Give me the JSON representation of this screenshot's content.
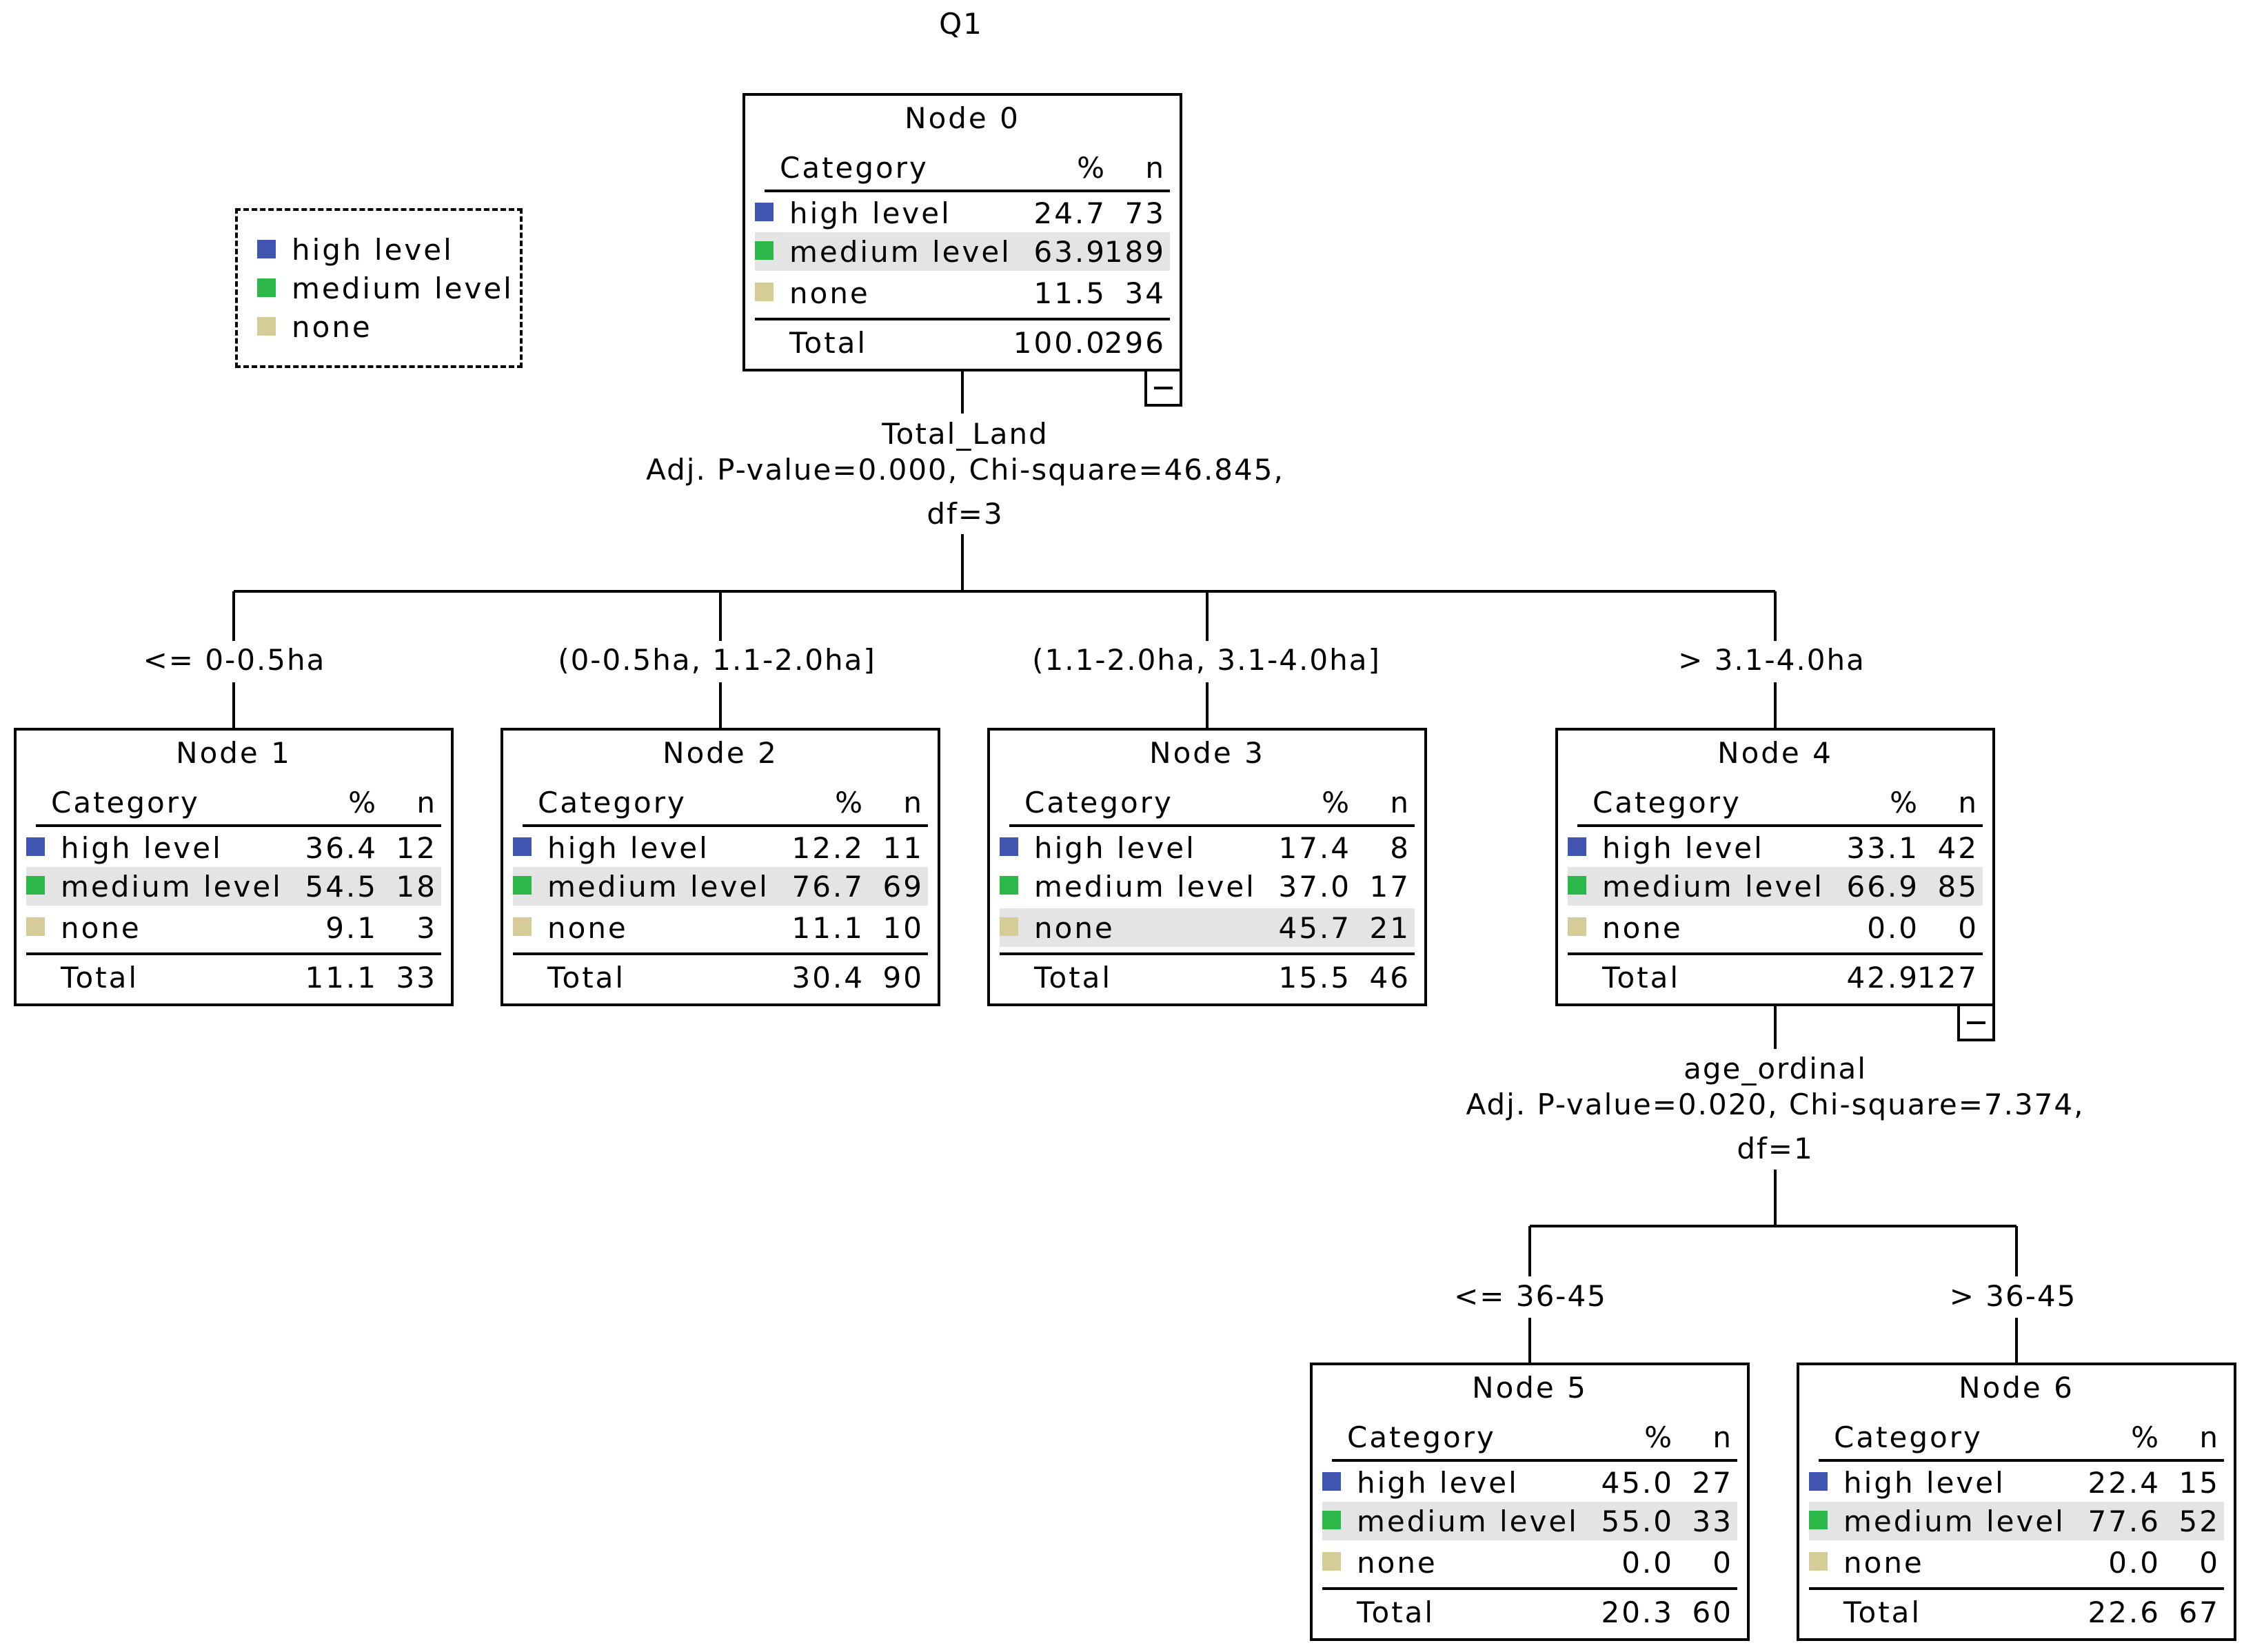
{
  "title": "Q1",
  "colors": {
    "high": "#3f55b0",
    "medium": "#2db84a",
    "none": "#d6cc98"
  },
  "legend": [
    {
      "label": "high level",
      "color": "#3f55b0",
      "icon": "square-icon"
    },
    {
      "label": "medium level",
      "color": "#2db84a",
      "icon": "square-icon"
    },
    {
      "label": "none",
      "color": "#d6cc98",
      "icon": "square-icon"
    }
  ],
  "header": {
    "category": "Category",
    "percent": "%",
    "n": "n"
  },
  "nodes": [
    {
      "name": "Node 0",
      "rows": [
        {
          "label": "high level",
          "pct": "24.7",
          "n": "73"
        },
        {
          "label": "medium level",
          "pct": "63.9",
          "n": "189"
        },
        {
          "label": "none",
          "pct": "11.5",
          "n": "34"
        }
      ],
      "total": {
        "label": "Total",
        "pct": "100.0",
        "n": "296"
      },
      "highlight": 1
    },
    {
      "name": "Node 1",
      "rows": [
        {
          "label": "high level",
          "pct": "36.4",
          "n": "12"
        },
        {
          "label": "medium level",
          "pct": "54.5",
          "n": "18"
        },
        {
          "label": "none",
          "pct": "9.1",
          "n": "3"
        }
      ],
      "total": {
        "label": "Total",
        "pct": "11.1",
        "n": "33"
      },
      "highlight": 1
    },
    {
      "name": "Node 2",
      "rows": [
        {
          "label": "high level",
          "pct": "12.2",
          "n": "11"
        },
        {
          "label": "medium level",
          "pct": "76.7",
          "n": "69"
        },
        {
          "label": "none",
          "pct": "11.1",
          "n": "10"
        }
      ],
      "total": {
        "label": "Total",
        "pct": "30.4",
        "n": "90"
      },
      "highlight": 1
    },
    {
      "name": "Node 3",
      "rows": [
        {
          "label": "high level",
          "pct": "17.4",
          "n": "8"
        },
        {
          "label": "medium level",
          "pct": "37.0",
          "n": "17"
        },
        {
          "label": "none",
          "pct": "45.7",
          "n": "21"
        }
      ],
      "total": {
        "label": "Total",
        "pct": "15.5",
        "n": "46"
      },
      "highlight": 2
    },
    {
      "name": "Node 4",
      "rows": [
        {
          "label": "high level",
          "pct": "33.1",
          "n": "42"
        },
        {
          "label": "medium level",
          "pct": "66.9",
          "n": "85"
        },
        {
          "label": "none",
          "pct": "0.0",
          "n": "0"
        }
      ],
      "total": {
        "label": "Total",
        "pct": "42.9",
        "n": "127"
      },
      "highlight": 1
    },
    {
      "name": "Node 5",
      "rows": [
        {
          "label": "high level",
          "pct": "45.0",
          "n": "27"
        },
        {
          "label": "medium level",
          "pct": "55.0",
          "n": "33"
        },
        {
          "label": "none",
          "pct": "0.0",
          "n": "0"
        }
      ],
      "total": {
        "label": "Total",
        "pct": "20.3",
        "n": "60"
      },
      "highlight": 1
    },
    {
      "name": "Node 6",
      "rows": [
        {
          "label": "high level",
          "pct": "22.4",
          "n": "15"
        },
        {
          "label": "medium level",
          "pct": "77.6",
          "n": "52"
        },
        {
          "label": "none",
          "pct": "0.0",
          "n": "0"
        }
      ],
      "total": {
        "label": "Total",
        "pct": "22.6",
        "n": "67"
      },
      "highlight": 1
    }
  ],
  "splits": [
    {
      "variable": "Total_Land",
      "stats": "Adj. P-value=0.000, Chi-square=46.845,",
      "df": "df=3"
    },
    {
      "variable": "age_ordinal",
      "stats": "Adj. P-value=0.020, Chi-square=7.374,",
      "df": "df=1"
    }
  ],
  "edges": [
    "<= 0-0.5ha",
    "(0-0.5ha, 1.1-2.0ha]",
    "(1.1-2.0ha, 3.1-4.0ha]",
    "> 3.1-4.0ha",
    "<= 36-45",
    "> 36-45"
  ]
}
